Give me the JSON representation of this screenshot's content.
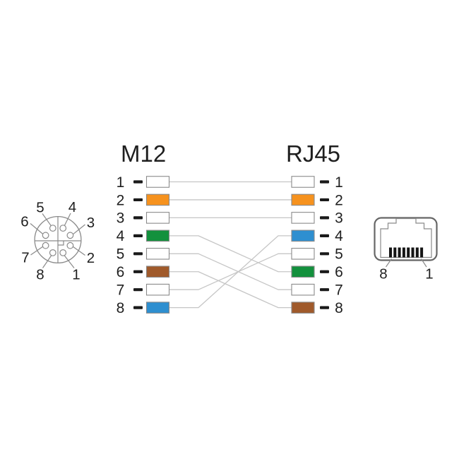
{
  "palette": {
    "white": "#ffffff",
    "orange": "#f6921e",
    "green": "#13913d",
    "blue": "#2e8fd0",
    "brown": "#a05a2b",
    "wire": "#c6c6c6",
    "outline": "#8a8a8a",
    "dash": "#1a1a1a",
    "text": "#1f1f1f",
    "jack_body": "#666666",
    "contact": "#151515"
  },
  "left_column": {
    "title": "M12",
    "pins": [
      {
        "pin": "1",
        "color": "white"
      },
      {
        "pin": "2",
        "color": "orange"
      },
      {
        "pin": "3",
        "color": "white"
      },
      {
        "pin": "4",
        "color": "green"
      },
      {
        "pin": "5",
        "color": "white"
      },
      {
        "pin": "6",
        "color": "brown"
      },
      {
        "pin": "7",
        "color": "white"
      },
      {
        "pin": "8",
        "color": "blue"
      }
    ]
  },
  "right_column": {
    "title": "RJ45",
    "pins": [
      {
        "pin": "1",
        "color": "white"
      },
      {
        "pin": "2",
        "color": "orange"
      },
      {
        "pin": "3",
        "color": "white"
      },
      {
        "pin": "4",
        "color": "blue"
      },
      {
        "pin": "5",
        "color": "white"
      },
      {
        "pin": "6",
        "color": "green"
      },
      {
        "pin": "7",
        "color": "white"
      },
      {
        "pin": "8",
        "color": "brown"
      }
    ]
  },
  "connections": [
    {
      "from": "1",
      "to": "1"
    },
    {
      "from": "2",
      "to": "2"
    },
    {
      "from": "3",
      "to": "3"
    },
    {
      "from": "4",
      "to": "6"
    },
    {
      "from": "5",
      "to": "7"
    },
    {
      "from": "6",
      "to": "8"
    },
    {
      "from": "7",
      "to": "5"
    },
    {
      "from": "8",
      "to": "4"
    }
  ],
  "m12_connector": {
    "pin_labels": {
      "p1": "1",
      "p2": "2",
      "p3": "3",
      "p4": "4",
      "p5": "5",
      "p6": "6",
      "p7": "7",
      "p8": "8"
    }
  },
  "rj45_connector": {
    "label_pin8": "8",
    "label_pin1": "1"
  }
}
